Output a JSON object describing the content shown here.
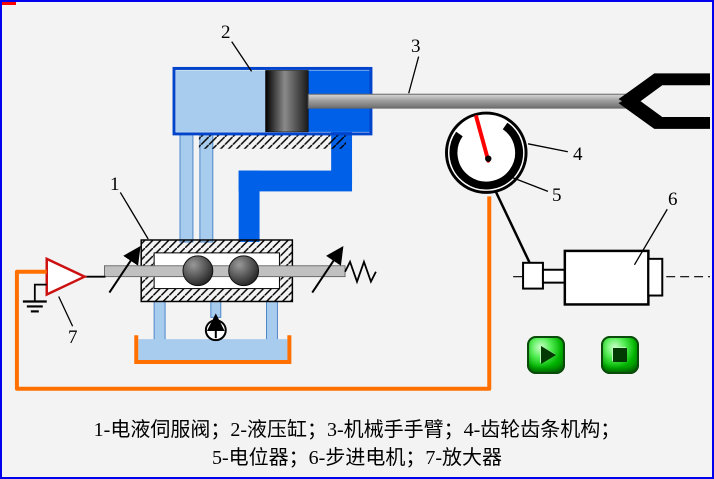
{
  "labels": {
    "n1": "1",
    "n2": "2",
    "n3": "3",
    "n4": "4",
    "n5": "5",
    "n6": "6",
    "n7": "7"
  },
  "caption": {
    "line1": "1-电液伺服阀；2-液压缸；3-机械手手臂；4-齿轮齿条机构；",
    "line2": "5-电位器；6-步进电机；7-放大器"
  },
  "legend": [
    "1-电液伺服阀",
    "2-液压缸",
    "3-机械手手臂",
    "4-齿轮齿条机构",
    "5-电位器",
    "6-步进电机",
    "7-放大器"
  ],
  "controls": {
    "play": "play-button",
    "stop": "stop-button"
  },
  "colors": {
    "frame_blue": "#0000ee",
    "wire_orange": "#ff7000",
    "hydraulic_blue": "#0060e8",
    "light_blue": "#a8ccee",
    "needle_red": "#ff0000",
    "button_green": "#00b400"
  }
}
